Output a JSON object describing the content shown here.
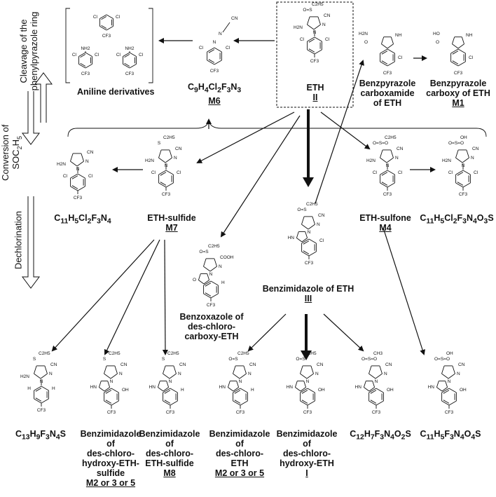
{
  "side_labels": {
    "cleavage": [
      "Cleavage of the",
      "phenylpyrazole ring"
    ],
    "conversion": [
      "Conversion of",
      "SOC2H5"
    ],
    "dechlorination": "Dechlorination"
  },
  "compounds": {
    "eth": {
      "name": "ETH",
      "code": "II"
    },
    "aniline": {
      "name": "Aniline derivatives"
    },
    "m6": {
      "formula": "C9H4Cl2F3N3",
      "code": "M6"
    },
    "carboxamide": {
      "line1": "Benzpyrazole",
      "line2": "carboxamide",
      "line3": "of ETH"
    },
    "m1": {
      "line1": "Benzpyrazole",
      "line2": "carboxy of ETH",
      "code": "M1"
    },
    "c11cl2": {
      "formula": "C11H5Cl2F3N4"
    },
    "m7": {
      "name": "ETH-sulfide",
      "code": "M7"
    },
    "m4": {
      "name": "ETH-sulfone",
      "code": "M4"
    },
    "c11o3s": {
      "formula": "C11H5Cl2F3N4O3S"
    },
    "benzimid": {
      "name": "Benzimidazole of ETH",
      "code": "III"
    },
    "benzoxazole": {
      "line1": "Benzoxazole of",
      "line2": "des-chloro-",
      "line3": "carboxy-ETH"
    },
    "c13": {
      "formula": "C13H9F3N4S"
    },
    "p2": {
      "line1": "Benzimidazole",
      "line2": "of",
      "line3": "des-chloro-",
      "line4": "hydroxy-ETH-",
      "line5": "sulfide",
      "code": "M2 or 3 or 5"
    },
    "p3": {
      "line1": "Benzimidazole",
      "line2": "of",
      "line3": "des-chloro-",
      "line4": "ETH-sulfide",
      "code": "M8"
    },
    "p4": {
      "line1": "Benzimidazole",
      "line2": "of",
      "line3": "des-chloro-",
      "line4": "ETH",
      "code": "M2 or 3 or 5"
    },
    "p5": {
      "line1": "Benzimidazole",
      "line2": "of",
      "line3": "des-chloro-",
      "line4": "hydroxy-ETH",
      "code": "I"
    },
    "c12": {
      "formula": "C12H7F3N4O2S"
    },
    "c11o4s": {
      "formula": "C11H5F3N4O4S"
    }
  }
}
